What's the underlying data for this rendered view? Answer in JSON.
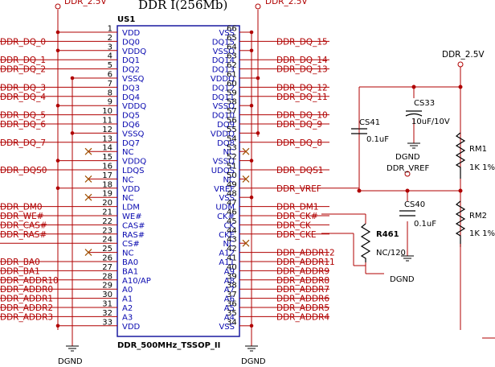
{
  "title": "DDR I(256Mb)",
  "ic": {
    "ref": "US1",
    "part": "DDR_500MHz_TSSOP_II"
  },
  "power_labels": {
    "top_left": "DDR_2.5V",
    "top_mid": "DDR_2.5V",
    "right": "DDR_2.5V"
  },
  "ground_labels": {
    "left": "DGND",
    "mid": "DGND",
    "cap": "DGND",
    "r461": "DGND"
  },
  "left_pins": [
    {
      "num": "1",
      "name": "VDD",
      "net": "",
      "nc": false
    },
    {
      "num": "2",
      "name": "DQ0",
      "net": "DDR_DQ_0",
      "nc": false
    },
    {
      "num": "3",
      "name": "VDDQ",
      "net": "",
      "nc": false
    },
    {
      "num": "4",
      "name": "DQ1",
      "net": "DDR_DQ_1",
      "nc": false
    },
    {
      "num": "5",
      "name": "DQ2",
      "net": "DDR_DQ_2",
      "nc": false
    },
    {
      "num": "6",
      "name": "VSSQ",
      "net": "",
      "nc": false
    },
    {
      "num": "7",
      "name": "DQ3",
      "net": "DDR_DQ_3",
      "nc": false
    },
    {
      "num": "8",
      "name": "DQ4",
      "net": "DDR_DQ_4",
      "nc": false
    },
    {
      "num": "9",
      "name": "VDDQ",
      "net": "",
      "nc": false
    },
    {
      "num": "10",
      "name": "DQ5",
      "net": "DDR_DQ_5",
      "nc": false
    },
    {
      "num": "11",
      "name": "DQ6",
      "net": "DDR_DQ_6",
      "nc": false
    },
    {
      "num": "12",
      "name": "VSSQ",
      "net": "",
      "nc": false
    },
    {
      "num": "13",
      "name": "DQ7",
      "net": "DDR_DQ_7",
      "nc": false
    },
    {
      "num": "14",
      "name": "NC",
      "net": "",
      "nc": true
    },
    {
      "num": "15",
      "name": "VDDQ",
      "net": "",
      "nc": false
    },
    {
      "num": "16",
      "name": "LDQS",
      "net": "DDR_DQS0",
      "nc": false
    },
    {
      "num": "17",
      "name": "NC",
      "net": "",
      "nc": true
    },
    {
      "num": "18",
      "name": "VDD",
      "net": "",
      "nc": false
    },
    {
      "num": "19",
      "name": "NC",
      "net": "",
      "nc": true
    },
    {
      "num": "20",
      "name": "LDM",
      "net": "DDR_DM0",
      "nc": false
    },
    {
      "num": "21",
      "name": "WE#",
      "net": "DDR_WE#",
      "nc": false
    },
    {
      "num": "22",
      "name": "CAS#",
      "net": "DDR_CAS#",
      "nc": false
    },
    {
      "num": "23",
      "name": "RAS#",
      "net": "DDR_RAS#",
      "nc": false
    },
    {
      "num": "24",
      "name": "CS#",
      "net": "",
      "nc": false
    },
    {
      "num": "25",
      "name": "NC",
      "net": "",
      "nc": true
    },
    {
      "num": "26",
      "name": "BA0",
      "net": "DDR_BA0",
      "nc": false
    },
    {
      "num": "27",
      "name": "BA1",
      "net": "DDR_BA1",
      "nc": false
    },
    {
      "num": "28",
      "name": "A10/AP",
      "net": "DDR_ADDR10",
      "nc": false
    },
    {
      "num": "29",
      "name": "A0",
      "net": "DDR_ADDR0",
      "nc": false
    },
    {
      "num": "30",
      "name": "A1",
      "net": "DDR_ADDR1",
      "nc": false
    },
    {
      "num": "31",
      "name": "A2",
      "net": "DDR_ADDR2",
      "nc": false
    },
    {
      "num": "32",
      "name": "A3",
      "net": "DDR_ADDR3",
      "nc": false
    },
    {
      "num": "33",
      "name": "VDD",
      "net": "",
      "nc": false
    }
  ],
  "right_pins": [
    {
      "num": "66",
      "name": "VSS",
      "net": "",
      "nc": false
    },
    {
      "num": "65",
      "name": "DQ15",
      "net": "DDR_DQ_15",
      "nc": false
    },
    {
      "num": "64",
      "name": "VSSQ",
      "net": "",
      "nc": false
    },
    {
      "num": "63",
      "name": "DQ14",
      "net": "DDR_DQ_14",
      "nc": false
    },
    {
      "num": "62",
      "name": "DQ13",
      "net": "DDR_DQ_13",
      "nc": false
    },
    {
      "num": "61",
      "name": "VDDQ",
      "net": "",
      "nc": false
    },
    {
      "num": "60",
      "name": "DQ12",
      "net": "DDR_DQ_12",
      "nc": false
    },
    {
      "num": "59",
      "name": "DQ11",
      "net": "DDR_DQ_11",
      "nc": false
    },
    {
      "num": "58",
      "name": "VSSQ",
      "net": "",
      "nc": false
    },
    {
      "num": "57",
      "name": "DQ10",
      "net": "DDR_DQ_10",
      "nc": false
    },
    {
      "num": "56",
      "name": "DQ9",
      "net": "DDR_DQ_9",
      "nc": false
    },
    {
      "num": "55",
      "name": "VDDQ",
      "net": "",
      "nc": false
    },
    {
      "num": "54",
      "name": "DQ8",
      "net": "DDR_DQ_8",
      "nc": false
    },
    {
      "num": "53",
      "name": "NC",
      "net": "",
      "nc": true
    },
    {
      "num": "52",
      "name": "VSSQ",
      "net": "",
      "nc": false
    },
    {
      "num": "51",
      "name": "UDQS",
      "net": "DDR_DQS1",
      "nc": false
    },
    {
      "num": "50",
      "name": "NC",
      "net": "",
      "nc": true
    },
    {
      "num": "49",
      "name": "VREF",
      "net": "DDR_VREF",
      "nc": false
    },
    {
      "num": "48",
      "name": "VSS",
      "net": "",
      "nc": false
    },
    {
      "num": "47",
      "name": "UDM",
      "net": "DDR_DM1",
      "nc": false
    },
    {
      "num": "46",
      "name": "CK#",
      "net": "DDR_CK#",
      "nc": false
    },
    {
      "num": "45",
      "name": "CK",
      "net": "DDR_CK",
      "nc": false
    },
    {
      "num": "44",
      "name": "CKE",
      "net": "DDR_CKE",
      "nc": false
    },
    {
      "num": "43",
      "name": "NC",
      "net": "",
      "nc": true
    },
    {
      "num": "42",
      "name": "A12",
      "net": "DDR_ADDR12",
      "nc": false
    },
    {
      "num": "41",
      "name": "A11",
      "net": "DDR_ADDR11",
      "nc": false
    },
    {
      "num": "40",
      "name": "A9",
      "net": "DDR_ADDR9",
      "nc": false
    },
    {
      "num": "39",
      "name": "A8",
      "net": "DDR_ADDR8",
      "nc": false
    },
    {
      "num": "38",
      "name": "A7",
      "net": "DDR_ADDR7",
      "nc": false
    },
    {
      "num": "37",
      "name": "A6",
      "net": "DDR_ADDR6",
      "nc": false
    },
    {
      "num": "36",
      "name": "A5",
      "net": "DDR_ADDR5",
      "nc": false
    },
    {
      "num": "35",
      "name": "A4",
      "net": "DDR_ADDR4",
      "nc": false
    },
    {
      "num": "34",
      "name": "VSS",
      "net": "",
      "nc": false
    }
  ],
  "components": {
    "cs41": {
      "ref": "CS41",
      "value": "0.1uF"
    },
    "cs33": {
      "ref": "CS33",
      "value": "10uF/10V"
    },
    "cs40": {
      "ref": "CS40",
      "value": "0.1uF"
    },
    "rm1": {
      "ref": "RM1",
      "value": "1K 1%"
    },
    "rm2": {
      "ref": "RM2",
      "value": "1K 1%"
    },
    "r461": {
      "ref": "R461",
      "value": "NC/120"
    },
    "vref_label": "DDR_VREF"
  },
  "colors": {
    "wire": "#b00000",
    "ic": "#1a1aa0",
    "pinname": "#0a0ab0",
    "net": "#b00000",
    "nc_mark": "#a05000",
    "ground": "#000000"
  }
}
